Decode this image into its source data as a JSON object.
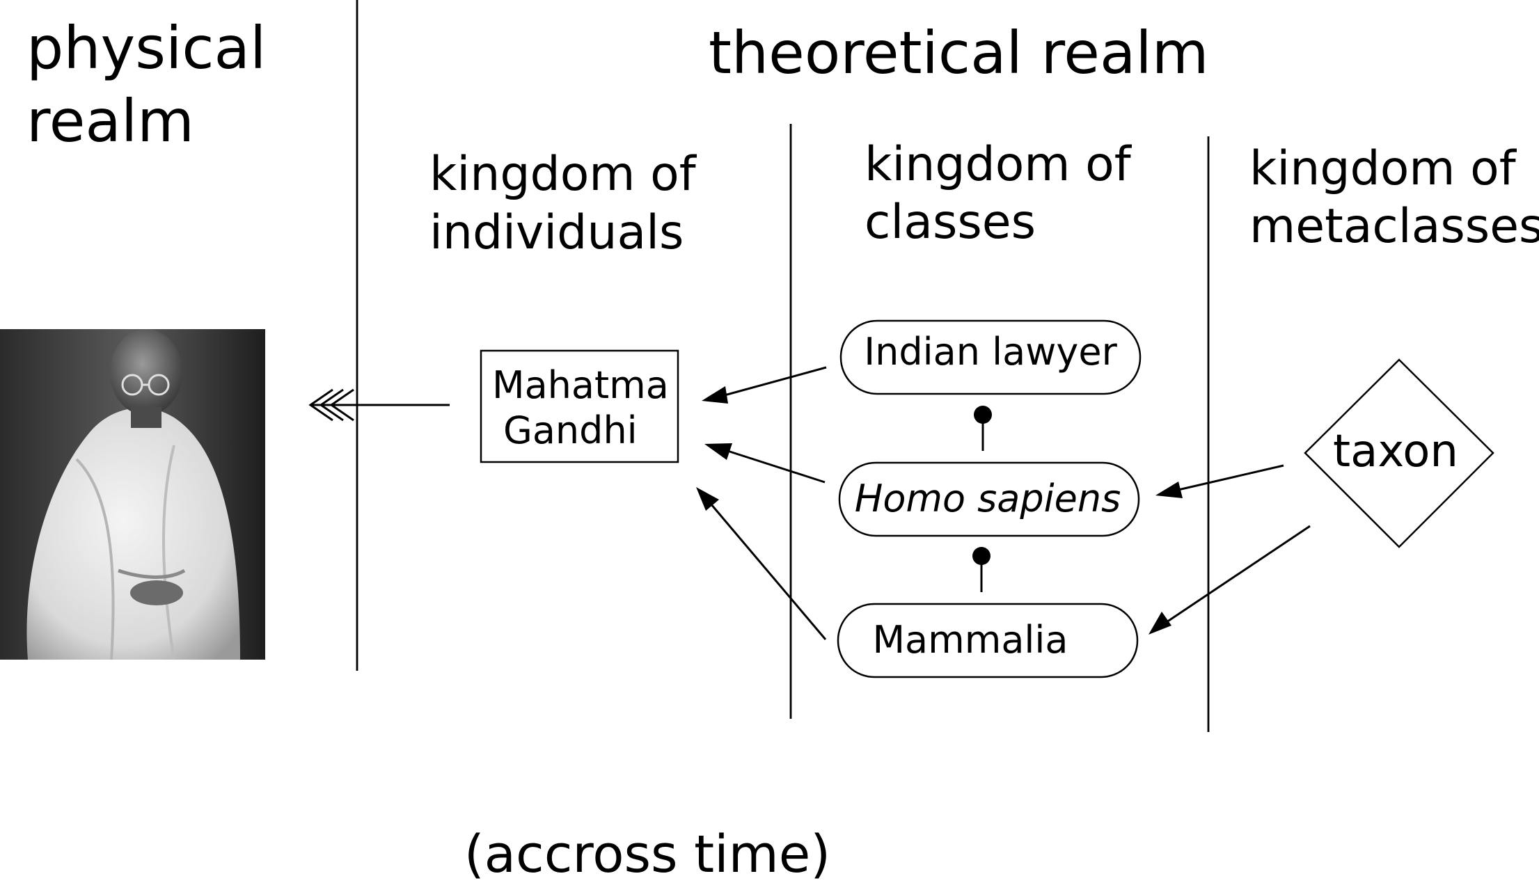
{
  "realms": {
    "physical": {
      "line1": "physical",
      "line2": "realm"
    },
    "theoretical": {
      "title": "theoretical realm"
    }
  },
  "kingdoms": {
    "individuals": {
      "line1": "kingdom of",
      "line2": "individuals"
    },
    "classes": {
      "line1": "kingdom of",
      "line2": "classes"
    },
    "metaclasses": {
      "line1": "kingdom of",
      "line2": "metaclasses"
    }
  },
  "nodes": {
    "individual": {
      "line1": "Mahatma",
      "line2": "Gandhi"
    },
    "indian_lawyer": "Indian lawyer",
    "homo_sapiens": "Homo sapiens",
    "mammalia": "Mammalia",
    "taxon": "taxon"
  },
  "footer": {
    "note": "(accross time)"
  },
  "photo": {
    "subject": "photograph"
  }
}
